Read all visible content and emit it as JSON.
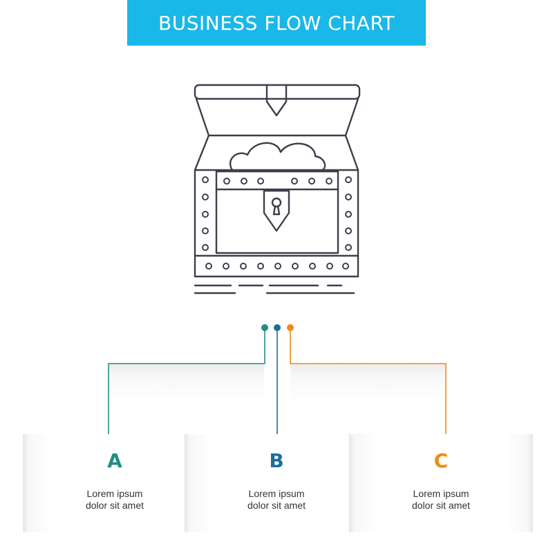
{
  "title": "BUSINESS FLOW CHART",
  "colors": {
    "banner": "#1ab8e8",
    "teal": "#1e8f86",
    "blue": "#1c6ea0",
    "orange": "#f08a12",
    "icon_stroke": "#3c3f4a"
  },
  "icon": {
    "name": "treasure-chest-icon"
  },
  "nodes": [
    {
      "letter": "A",
      "line1": "Lorem ipsum",
      "line2": "dolor sit amet"
    },
    {
      "letter": "B",
      "line1": "Lorem ipsum",
      "line2": "dolor sit amet"
    },
    {
      "letter": "C",
      "line1": "Lorem ipsum",
      "line2": "dolor sit amet"
    }
  ]
}
